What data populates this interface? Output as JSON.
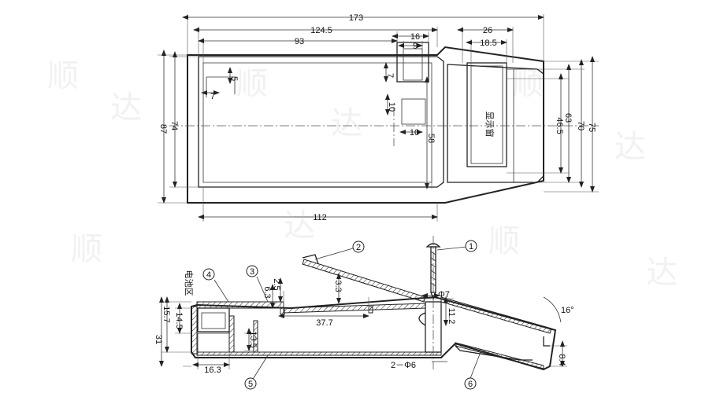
{
  "top_view": {
    "dims": {
      "overall_length": "173",
      "inner_length": "124.5",
      "cavity_length": "93",
      "slot_width": "16",
      "slot_inner": "9",
      "display_width": "26",
      "display_inner": "18.5",
      "small_5": "5",
      "small_7": "7",
      "slot_depth_7": "7",
      "hole_10v": "10",
      "hole_10h": "10",
      "height_58": "58",
      "bottom_112": "112",
      "height_87": "87",
      "height_74": "74",
      "right_63": "63",
      "right_46_5": "46.5",
      "right_70": "70",
      "right_75": "75"
    },
    "display_label": "显示窗"
  },
  "side_view": {
    "dims": {
      "d_2_5": "2.5",
      "d_6_3": "6.3",
      "d_3_3": "3.3",
      "d_37_7": "37.7",
      "d_phi7": "Φ7",
      "d_11_2": "11.2",
      "d_16deg": "16°",
      "d_15_7": "15.7",
      "d_14_5": "14.5",
      "d_31": "31",
      "d_13_5": "13.5",
      "d_16_3": "16.3",
      "d_2phi6": "2－Φ6",
      "d_8_4": "8.4"
    },
    "battery_label": "电池区",
    "balloons": [
      "1",
      "2",
      "3",
      "4",
      "5",
      "6"
    ]
  },
  "colors": {
    "line": "#222222",
    "background": "#ffffff"
  }
}
